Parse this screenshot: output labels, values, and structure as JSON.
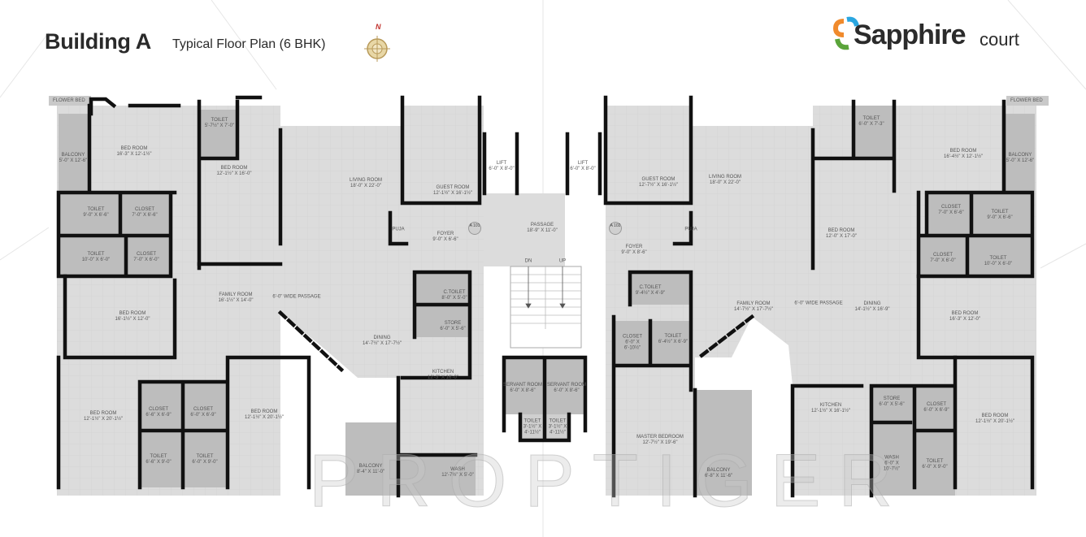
{
  "header": {
    "title": "Building A",
    "subtitle": "Typical Floor Plan (6 BHK)",
    "compass_north": "N",
    "logo_name": "Sapphire",
    "logo_sub": "court"
  },
  "watermark": "PROPTIGER",
  "colors": {
    "floor": "#dcdcdc",
    "wet_area": "#bdbdbd",
    "wall": "#111111",
    "logo_orange": "#f08a2c",
    "logo_blue": "#2aa6e0",
    "logo_green": "#5aa43a"
  },
  "common": {
    "lift_left": {
      "name": "LIFT",
      "size": "6'-0\" X 8'-0\""
    },
    "lift_right": {
      "name": "LIFT",
      "size": "6'-0\" X 8'-0\""
    },
    "passage": {
      "name": "PASSAGE",
      "size": "18'-9\" X 11'-0\""
    },
    "stairs_down": "DN",
    "stairs_up": "UP",
    "servant_room_1": {
      "name": "SERVANT ROOM",
      "size": "6'-0\" X 8'-6\""
    },
    "servant_room_2": {
      "name": "SERVANT ROOM",
      "size": "6'-0\" X 8'-6\""
    },
    "servant_toilet_1": {
      "name": "TOILET",
      "size": "3'-1½\" X 4'-11½\""
    },
    "servant_toilet_2": {
      "name": "TOILET",
      "size": "3'-1½\" X 4'-11½\""
    }
  },
  "left_flat": {
    "unit_no": "A 101",
    "flower_bed": "FLOWER BED",
    "wide_passage": "6'-0\" WIDE PASSAGE",
    "puja": "PUJA",
    "rooms": [
      {
        "name": "BALCONY",
        "size": "5'-0\" X 12'-6\""
      },
      {
        "name": "BED ROOM",
        "size": "16'-3\" X 12'-1½\""
      },
      {
        "name": "TOILET",
        "size": "5'-7½\" X 7'-0\""
      },
      {
        "name": "BED ROOM",
        "size": "12'-1½\" X 16'-0\""
      },
      {
        "name": "TOILET",
        "size": "9'-0\" X 6'-6\""
      },
      {
        "name": "CLOSET",
        "size": "7'-0\" X 6'-6\""
      },
      {
        "name": "TOILET",
        "size": "10'-0\" X 6'-0\""
      },
      {
        "name": "CLOSET",
        "size": "7'-0\" X 6'-0\""
      },
      {
        "name": "BED ROOM",
        "size": "16'-1½\" X 12'-0\""
      },
      {
        "name": "FAMILY ROOM",
        "size": "16'-1½\" X 14'-0\""
      },
      {
        "name": "LIVING ROOM",
        "size": "18'-0\" X 22'-0\""
      },
      {
        "name": "GUEST ROOM",
        "size": "12'-1½\" X 16'-1½\""
      },
      {
        "name": "FOYER",
        "size": "9'-0\" X 6'-6\""
      },
      {
        "name": "C.TOILET",
        "size": "8'-0\" X 5'-0\""
      },
      {
        "name": "STORE",
        "size": "6'-0\" X 5'-6\""
      },
      {
        "name": "DINING",
        "size": "14'-7½\" X 17'-7½\""
      },
      {
        "name": "KITCHEN",
        "size": "12'-3\" X 16'-0\""
      },
      {
        "name": "BED ROOM",
        "size": "12'-1½\" X 20'-1½\""
      },
      {
        "name": "CLOSET",
        "size": "6'-6\" X 6'-9\""
      },
      {
        "name": "CLOSET",
        "size": "6'-0\" X 6'-9\""
      },
      {
        "name": "TOILET",
        "size": "6'-6\" X 9'-0\""
      },
      {
        "name": "TOILET",
        "size": "6'-0\" X 9'-0\""
      },
      {
        "name": "BED ROOM",
        "size": "12'-1½\" X 20'-1½\""
      },
      {
        "name": "BALCONY",
        "size": "8'-4\" X 11'-0\""
      },
      {
        "name": "WASH",
        "size": "12'-7½\" X 5'-0\""
      }
    ]
  },
  "right_flat": {
    "unit_no": "A 102",
    "flower_bed": "FLOWER BED",
    "wide_passage": "6'-0\" WIDE PASSAGE",
    "puja": "PUJA",
    "rooms": [
      {
        "name": "GUEST ROOM",
        "size": "12'-7½\" X 16'-1½\""
      },
      {
        "name": "LIVING ROOM",
        "size": "18'-0\" X 22'-0\""
      },
      {
        "name": "FOYER",
        "size": "9'-0\" X 8'-6\""
      },
      {
        "name": "TOILET",
        "size": "6'-0\" X 7'-3\""
      },
      {
        "name": "BED ROOM",
        "size": "16'-4½\" X 12'-1½\""
      },
      {
        "name": "BALCONY",
        "size": "5'-0\" X 12'-6\""
      },
      {
        "name": "BED ROOM",
        "size": "12'-0\" X 17'-0\""
      },
      {
        "name": "CLOSET",
        "size": "7'-0\" X 6'-6\""
      },
      {
        "name": "TOILET",
        "size": "9'-0\" X 6'-6\""
      },
      {
        "name": "CLOSET",
        "size": "7'-0\" X 6'-0\""
      },
      {
        "name": "TOILET",
        "size": "10'-0\" X 6'-0\""
      },
      {
        "name": "BED ROOM",
        "size": "16'-3\" X 12'-0\""
      },
      {
        "name": "C.TOILET",
        "size": "9'-4½\" X 4'-9\""
      },
      {
        "name": "FAMILY ROOM",
        "size": "14'-7½\" X 17'-7½\""
      },
      {
        "name": "DINING",
        "size": "14'-1½\" X 16'-9\""
      },
      {
        "name": "CLOSET",
        "size": "6'-0\" X 6'-10½\""
      },
      {
        "name": "TOILET",
        "size": "6'-4½\" X 6'-9\""
      },
      {
        "name": "MASTER BEDROOM",
        "size": "12'-7½\" X 19'-6\""
      },
      {
        "name": "BALCONY",
        "size": "6'-8\" X 11'-6\""
      },
      {
        "name": "KITCHEN",
        "size": "12'-1½\" X 16'-1½\""
      },
      {
        "name": "STORE",
        "size": "6'-0\" X 5'-6\""
      },
      {
        "name": "CLOSET",
        "size": "6'-0\" X 6'-9\""
      },
      {
        "name": "WASH",
        "size": "6'-0\" X 10'-7½\""
      },
      {
        "name": "TOILET",
        "size": "6'-0\" X 9'-0\""
      },
      {
        "name": "BED ROOM",
        "size": "12'-1½\" X 20'-1½\""
      }
    ]
  }
}
